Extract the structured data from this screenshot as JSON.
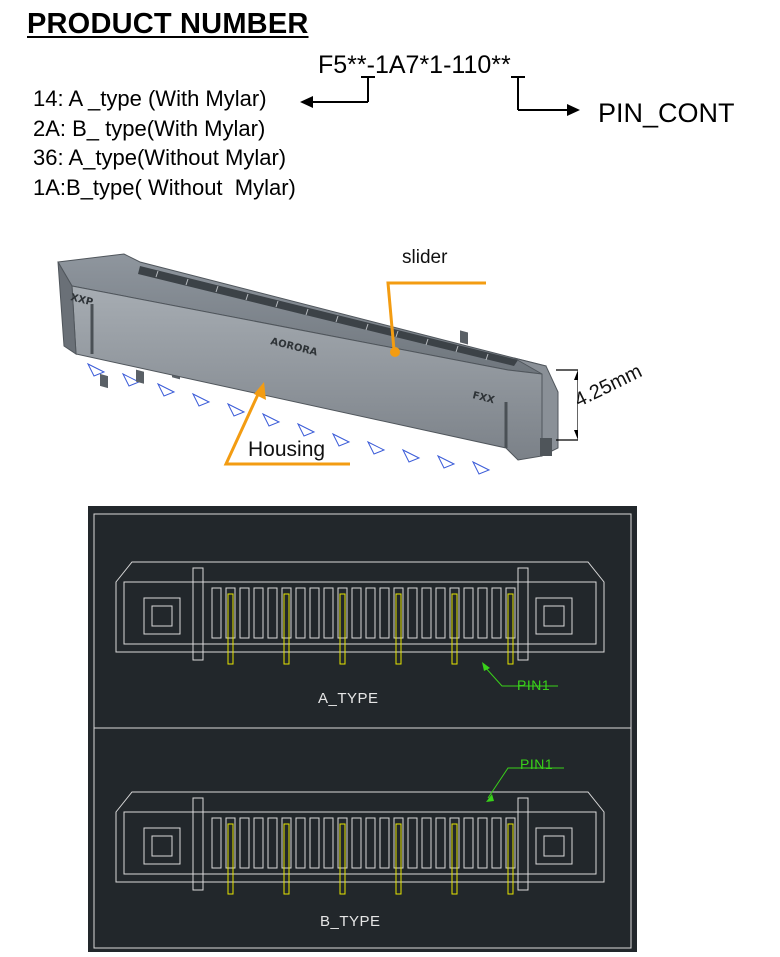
{
  "title": "PRODUCT NUMBER",
  "part_code": "F5**-1A7*1-110**",
  "pin_cont_label": "PIN_CONT",
  "type_options": [
    "14: A _type (With Mylar)",
    "2A: B_ type(With Mylar)",
    "36: A_type(Without Mylar)",
    "1A:B_type( Without  Mylar)"
  ],
  "photo": {
    "slider_label": "slider",
    "housing_label": "Housing",
    "height_label": "4.25mm",
    "marking_left": "XXP",
    "marking_center": "AORORA",
    "marking_right": "FXX"
  },
  "cad": {
    "a_type_label": "A_TYPE",
    "b_type_label": "B_TYPE",
    "pin1_label_a": "PIN1",
    "pin1_label_b": "PIN1"
  },
  "colors": {
    "accent_orange": "#f39c12",
    "cad_background": "#22272b",
    "cad_line": "#d9d9d9",
    "cad_highlight": "#e6e600",
    "pin1_green": "#39d11a",
    "footprint_blue": "#3a5bd8"
  }
}
